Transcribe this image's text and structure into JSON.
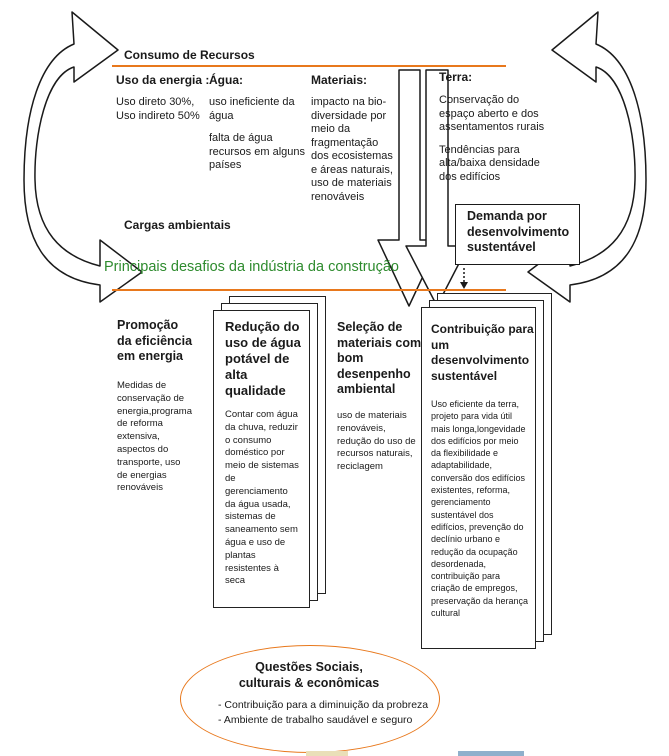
{
  "top": {
    "heading": "Consumo de Recursos",
    "energia": {
      "title": "Uso da energia :",
      "lines": [
        "Uso direto 30%,",
        "Uso indireto 50%"
      ]
    },
    "agua": {
      "title": "Água:",
      "p1": [
        "uso ineficiente da",
        "água"
      ],
      "p2": [
        "falta de água",
        "recursos em alguns",
        "países"
      ]
    },
    "materiais": {
      "title": "Materiais:",
      "lines": [
        "impacto na bio-",
        "diversidade por",
        "meio da",
        "fragmentação",
        "dos ecosistemas",
        "e áreas naturais,",
        "uso de materiais",
        "renováveis"
      ]
    },
    "terra": {
      "title": "Terra:",
      "p1": [
        "Conservação do",
        "espaço aberto e dos",
        "assentamentos rurais"
      ],
      "p2": [
        "Tendências para",
        "alta/baixa densidade",
        "dos edifícios"
      ]
    },
    "cargas": "Cargas ambientais"
  },
  "demanda": {
    "lines": [
      "Demanda por",
      "desenvolvimento",
      "sustentável"
    ]
  },
  "challenges_title": "Principais desafios da indústria da construção",
  "promocao": {
    "title": [
      "Promoção",
      "da eficiência",
      "em energia"
    ],
    "body": [
      "Medidas de",
      "conservação de",
      "energia,programa",
      "de reforma",
      "extensiva,",
      "aspectos do",
      "transporte, uso",
      "de energias",
      "renováveis"
    ]
  },
  "reducao": {
    "title": [
      "Redução do",
      "uso de água",
      "potável de",
      "alta",
      "qualidade"
    ],
    "body": [
      "Contar com água",
      "da chuva, reduzir",
      "o consumo",
      "doméstico por",
      "meio de sistemas",
      "de",
      "gerenciamento",
      "da água usada,",
      "sistemas de",
      "saneamento sem",
      "água e uso de",
      "plantas",
      "resistentes à",
      "seca"
    ]
  },
  "selecao": {
    "title": [
      "Seleção de",
      "materiais com",
      "bom",
      "desenpenho",
      "ambiental"
    ],
    "body": [
      "uso de materiais",
      "renováveis,",
      "redução do uso de",
      "recursos naturais,",
      "reciclagem"
    ]
  },
  "contribuicao": {
    "title": [
      "Contribuição para",
      "um",
      "desenvolvimento",
      "sustentável"
    ],
    "body": [
      "Uso eficiente da terra,",
      "projeto para vida útil",
      "mais longa,longevidade",
      "dos edifícios por meio",
      "da flexibilidade e",
      "adaptabilidade,",
      "conversão dos edifícios",
      "existentes, reforma,",
      "gerenciamento",
      "sustentável dos",
      "edifícios, prevenção do",
      "declínio urbano e",
      "redução da ocupação",
      "desordenada,",
      "contribuição para",
      "criação de empregos,",
      "preservação da herança",
      "cultural"
    ]
  },
  "sociais": {
    "title": [
      "Questões Sociais,",
      "culturais & econômicas"
    ],
    "items": [
      "- Contribuição para a diminuição da probreza",
      "- Ambiente de trabalho saudável e seguro"
    ]
  },
  "colors": {
    "orange_line": "#e8781c",
    "green_title": "#2e8b2e",
    "ellipse": "#e8781c"
  }
}
